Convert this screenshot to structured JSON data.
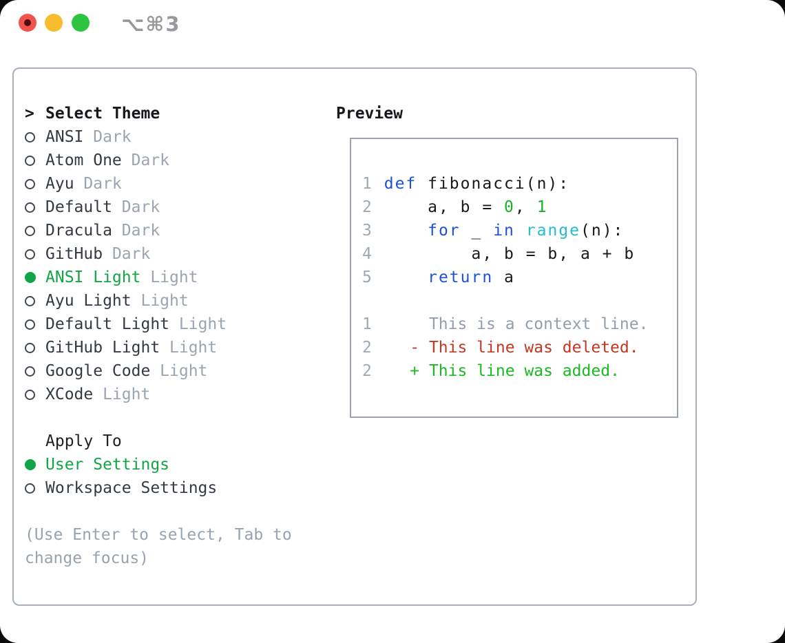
{
  "window": {
    "title_shortcut": "⌥⌘3",
    "traffic_lights": [
      "close",
      "minimize",
      "zoom"
    ]
  },
  "theme_selector": {
    "prompt": ">",
    "header": "Select Theme",
    "items": [
      {
        "name": "ANSI",
        "variant": "Dark",
        "selected": false
      },
      {
        "name": "Atom One",
        "variant": "Dark",
        "selected": false
      },
      {
        "name": "Ayu",
        "variant": "Dark",
        "selected": false
      },
      {
        "name": "Default",
        "variant": "Dark",
        "selected": false
      },
      {
        "name": "Dracula",
        "variant": "Dark",
        "selected": false
      },
      {
        "name": "GitHub",
        "variant": "Dark",
        "selected": false
      },
      {
        "name": "ANSI Light",
        "variant": "Light",
        "selected": true
      },
      {
        "name": "Ayu Light",
        "variant": "Light",
        "selected": false
      },
      {
        "name": "Default Light",
        "variant": "Light",
        "selected": false
      },
      {
        "name": "GitHub Light",
        "variant": "Light",
        "selected": false
      },
      {
        "name": "Google Code",
        "variant": "Light",
        "selected": false
      },
      {
        "name": "XCode",
        "variant": "Light",
        "selected": false
      }
    ]
  },
  "apply_to": {
    "header": "Apply To",
    "options": [
      {
        "label": "User Settings",
        "selected": true
      },
      {
        "label": "Workspace Settings",
        "selected": false
      }
    ]
  },
  "help_text": "(Use Enter to select, Tab to change focus)",
  "preview": {
    "title": "Preview",
    "code_lines": [
      {
        "num": "1",
        "segments": [
          {
            "t": " ",
            "c": "plain"
          },
          {
            "t": "def",
            "c": "kw"
          },
          {
            "t": " fibonacci(n):",
            "c": "plain"
          }
        ]
      },
      {
        "num": "2",
        "segments": [
          {
            "t": "     a, b = ",
            "c": "plain"
          },
          {
            "t": "0",
            "c": "num"
          },
          {
            "t": ", ",
            "c": "plain"
          },
          {
            "t": "1",
            "c": "num"
          }
        ]
      },
      {
        "num": "3",
        "segments": [
          {
            "t": "     ",
            "c": "plain"
          },
          {
            "t": "for",
            "c": "kw"
          },
          {
            "t": " _ ",
            "c": "plain"
          },
          {
            "t": "in",
            "c": "kw"
          },
          {
            "t": " ",
            "c": "plain"
          },
          {
            "t": "range",
            "c": "fn"
          },
          {
            "t": "(n):",
            "c": "plain"
          }
        ]
      },
      {
        "num": "4",
        "segments": [
          {
            "t": "         a, b = b, a + b",
            "c": "plain"
          }
        ]
      },
      {
        "num": "5",
        "segments": [
          {
            "t": "     ",
            "c": "plain"
          },
          {
            "t": "return",
            "c": "kw"
          },
          {
            "t": " a",
            "c": "plain"
          }
        ]
      }
    ],
    "diff_lines": [
      {
        "num": "1",
        "kind": "context",
        "segments": [
          {
            "t": "      This is a context line.",
            "c": "ctx"
          }
        ]
      },
      {
        "num": "2",
        "kind": "deleted",
        "segments": [
          {
            "t": "    - This line was deleted.",
            "c": "del"
          }
        ]
      },
      {
        "num": "2",
        "kind": "added",
        "segments": [
          {
            "t": "    + This line was added.",
            "c": "add"
          }
        ]
      }
    ]
  },
  "colors": {
    "accent_green": "#12a546",
    "keyword_blue": "#1d52d8",
    "function_cyan": "#23becd",
    "number_green": "#1bb023",
    "added_green": "#1bb923",
    "deleted_red": "#c33723",
    "muted_gray": "#9aa5b1",
    "panel_border": "#a9b0ba",
    "traffic_red": "#f2544d",
    "traffic_yellow": "#f8bd2d",
    "traffic_green": "#2dc53f"
  }
}
